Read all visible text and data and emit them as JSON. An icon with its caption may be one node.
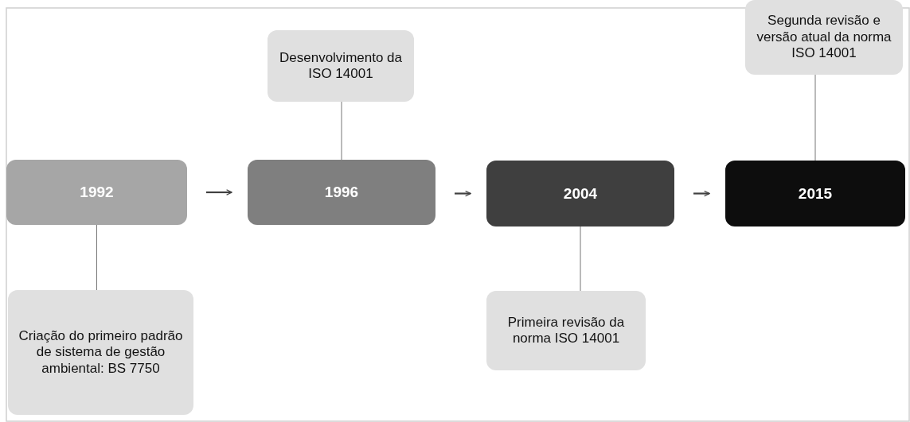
{
  "diagram": {
    "nodes": [
      {
        "text": [
          "1992"
        ]
      },
      {
        "text": [
          "1996"
        ]
      },
      {
        "text": [
          "2004"
        ]
      },
      {
        "text": [
          "2015"
        ]
      },
      {
        "text": [
          "Desenvolvimento da ISO 14001"
        ]
      },
      {
        "text": [
          "Segunda revisão e versão atual da norma ISO 14001"
        ]
      },
      {
        "text": [
          "Criação do primeiro padrão de sistema de gestão ambiental: BS 7750"
        ]
      },
      {
        "text": [
          "Primeira revisão da norma ISO 14001"
        ]
      }
    ],
    "edges": [
      {
        "from": 0,
        "to": 1,
        "arrow": "to"
      },
      {
        "from": 1,
        "to": 2,
        "arrow": "to"
      },
      {
        "from": 2,
        "to": 3,
        "arrow": "to"
      },
      {
        "from": 4,
        "to": 1,
        "arrow": "none"
      },
      {
        "from": 5,
        "to": 3,
        "arrow": "none"
      },
      {
        "from": 6,
        "to": 0,
        "arrow": "none"
      },
      {
        "from": 7,
        "to": 2,
        "arrow": "none"
      }
    ]
  }
}
